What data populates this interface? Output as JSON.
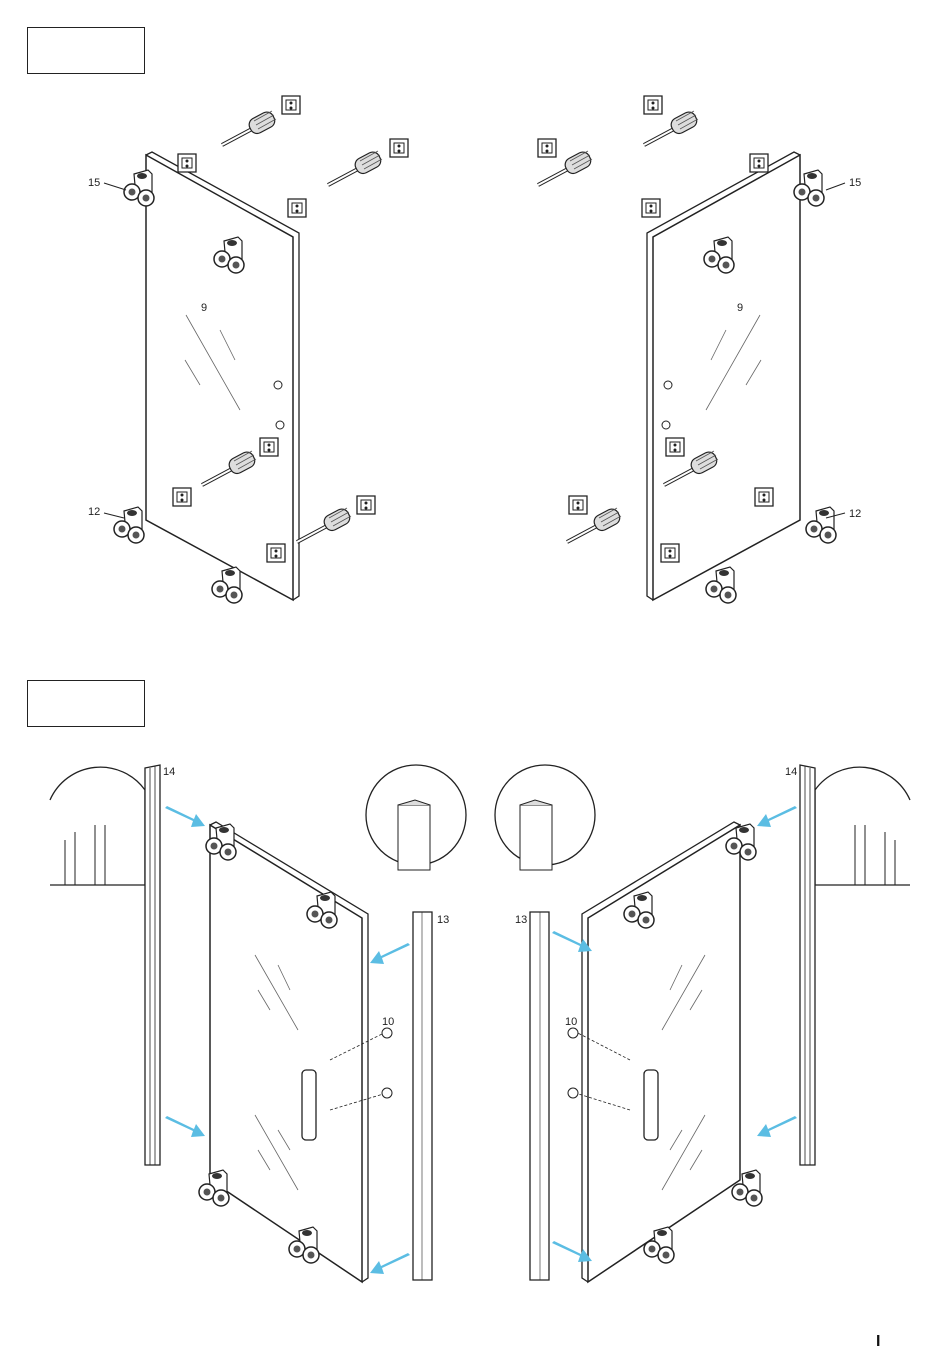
{
  "steps": [
    {
      "label_box": "step-1"
    },
    {
      "label_box": "step-2"
    }
  ],
  "labels": {
    "glass_panel": "9",
    "roller_top": "15",
    "roller_bottom": "12",
    "wall_seal": "14",
    "magnetic_profile": "13",
    "handle_screw": "10"
  },
  "page_number": "I",
  "colors": {
    "arrow": "#5bbde3",
    "line": "#222222"
  }
}
